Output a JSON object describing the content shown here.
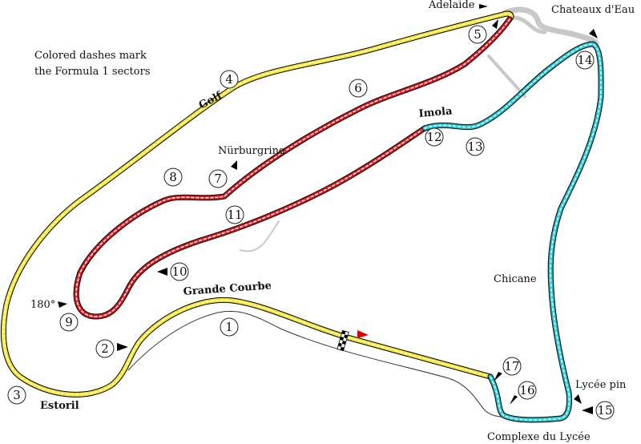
{
  "note_lines": [
    "Colored dashes mark",
    "the Formula 1 sectors"
  ],
  "corner_names": {
    "adelaide": "Adelaide",
    "chateaux": "Chateaux d'Eau",
    "golf": "Golf",
    "nurburgring": "Nürburgring",
    "imola": "Imola",
    "hundred_eighty": "180°",
    "grande_courbe": "Grande Courbe",
    "chicane": "Chicane",
    "estoril": "Estoril",
    "lycee_pin": "Lycée pin",
    "complexe": "Complexe du Lycée"
  },
  "turns": {
    "t1": "1",
    "t2": "2",
    "t3": "3",
    "t4": "4",
    "t5": "5",
    "t6": "6",
    "t7": "7",
    "t8": "8",
    "t9": "9",
    "t10": "10",
    "t11": "11",
    "t12": "12",
    "t13": "13",
    "t14": "14",
    "t15": "15",
    "t16": "16",
    "t17": "17"
  },
  "sectors": [
    {
      "sector": 1,
      "color": "#f5e625"
    },
    {
      "sector": 2,
      "color": "#e0141b"
    },
    {
      "sector": 3,
      "color": "#1cc5cf"
    }
  ],
  "colors": {
    "track": "#000000",
    "dash": "#ffffff",
    "alt_track": "#c8c8c8",
    "start_arrow": "#e00000"
  }
}
